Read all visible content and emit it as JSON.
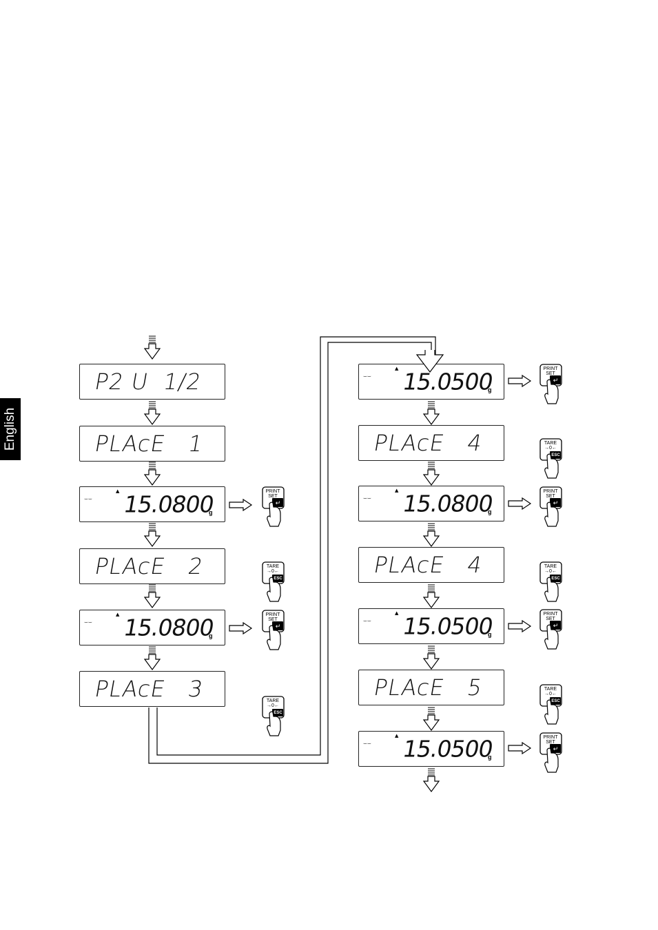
{
  "sidebar": {
    "language_tab": "English"
  },
  "left_column": {
    "displays": [
      {
        "type": "text",
        "text": "P2 U  1/2"
      },
      {
        "type": "text",
        "text": "PLAcE   1"
      },
      {
        "type": "weight",
        "value": "15.0800",
        "unit": "g"
      },
      {
        "type": "text",
        "text": "PLAcE   2"
      },
      {
        "type": "weight",
        "value": "15.0800",
        "unit": "g"
      },
      {
        "type": "text",
        "text": "PLAcE   3"
      }
    ],
    "keys": [
      {
        "kind": "print",
        "line1": "PRINT",
        "line2": "SET",
        "glyph": "↵"
      },
      {
        "kind": "tare",
        "line1": "TARE",
        "line2": "→0←",
        "glyph": "ESC"
      },
      {
        "kind": "print",
        "line1": "PRINT",
        "line2": "SET",
        "glyph": "↵"
      },
      {
        "kind": "tare",
        "line1": "TARE",
        "line2": "→0←",
        "glyph": "ESC"
      }
    ]
  },
  "right_column": {
    "displays": [
      {
        "type": "weight",
        "value": "15.0500",
        "unit": "g"
      },
      {
        "type": "text",
        "text": "PLAcE   4"
      },
      {
        "type": "weight",
        "value": "15.0800",
        "unit": "g"
      },
      {
        "type": "text",
        "text": "PLAcE   4"
      },
      {
        "type": "weight",
        "value": "15.0500",
        "unit": "g"
      },
      {
        "type": "text",
        "text": "PLAcE   5"
      },
      {
        "type": "weight",
        "value": "15.0500",
        "unit": "g"
      }
    ],
    "keys": [
      {
        "kind": "print",
        "line1": "PRINT",
        "line2": "SET",
        "glyph": "↵"
      },
      {
        "kind": "tare",
        "line1": "TARE",
        "line2": "→0←",
        "glyph": "ESC"
      },
      {
        "kind": "print",
        "line1": "PRINT",
        "line2": "SET",
        "glyph": "↵"
      },
      {
        "kind": "tare",
        "line1": "TARE",
        "line2": "→0←",
        "glyph": "ESC"
      },
      {
        "kind": "print",
        "line1": "PRINT",
        "line2": "SET",
        "glyph": "↵"
      },
      {
        "kind": "tare",
        "line1": "TARE",
        "line2": "→0←",
        "glyph": "ESC"
      },
      {
        "kind": "print",
        "line1": "PRINT",
        "line2": "SET",
        "glyph": "↵"
      }
    ]
  },
  "indicators": {
    "stability": "⌣⌣",
    "marker": "▲"
  }
}
